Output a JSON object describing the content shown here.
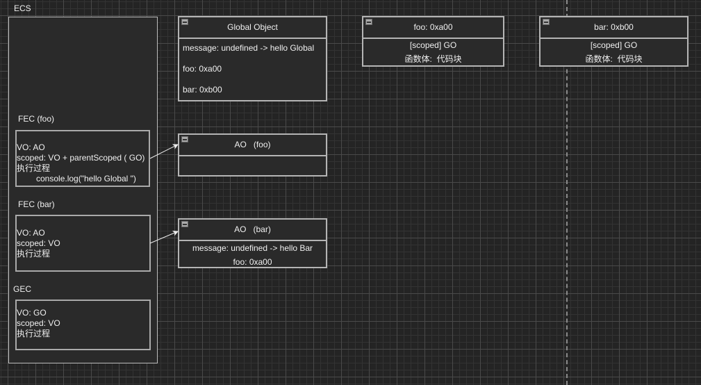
{
  "ecs": {
    "label": "ECS",
    "contexts": [
      {
        "label": "FEC (foo)",
        "lines": [
          "VO: AO",
          "scoped: VO + parentScoped ( GO)",
          "执行过程",
          "console.log(\"hello  Global \")"
        ]
      },
      {
        "label": "FEC (bar)",
        "lines": [
          "VO: AO",
          "scoped: VO",
          "执行过程"
        ]
      },
      {
        "label": "GEC",
        "lines": [
          "VO: GO",
          "scoped: VO",
          "执行过程"
        ]
      }
    ]
  },
  "objects": {
    "global": {
      "title": "Global Object",
      "rows": [
        "message: undefined -> hello Global",
        "foo: 0xa00",
        "bar: 0xb00"
      ]
    },
    "ao_foo": {
      "title": "AO   (foo)",
      "rows": []
    },
    "ao_bar": {
      "title": "AO   (bar)",
      "rows": [
        "message: undefined -> hello Bar",
        "foo: 0xa00"
      ]
    },
    "foo_fn": {
      "title": "foo: 0xa00",
      "rows": [
        "[scoped] GO",
        "函数体:  代码块"
      ]
    },
    "bar_fn": {
      "title": "bar: 0xb00",
      "rows": [
        "[scoped] GO",
        "函数体:  代码块"
      ]
    }
  },
  "colors": {
    "background": "#242424",
    "stroke": "#bdbdbd",
    "text": "#f0f0f0"
  }
}
